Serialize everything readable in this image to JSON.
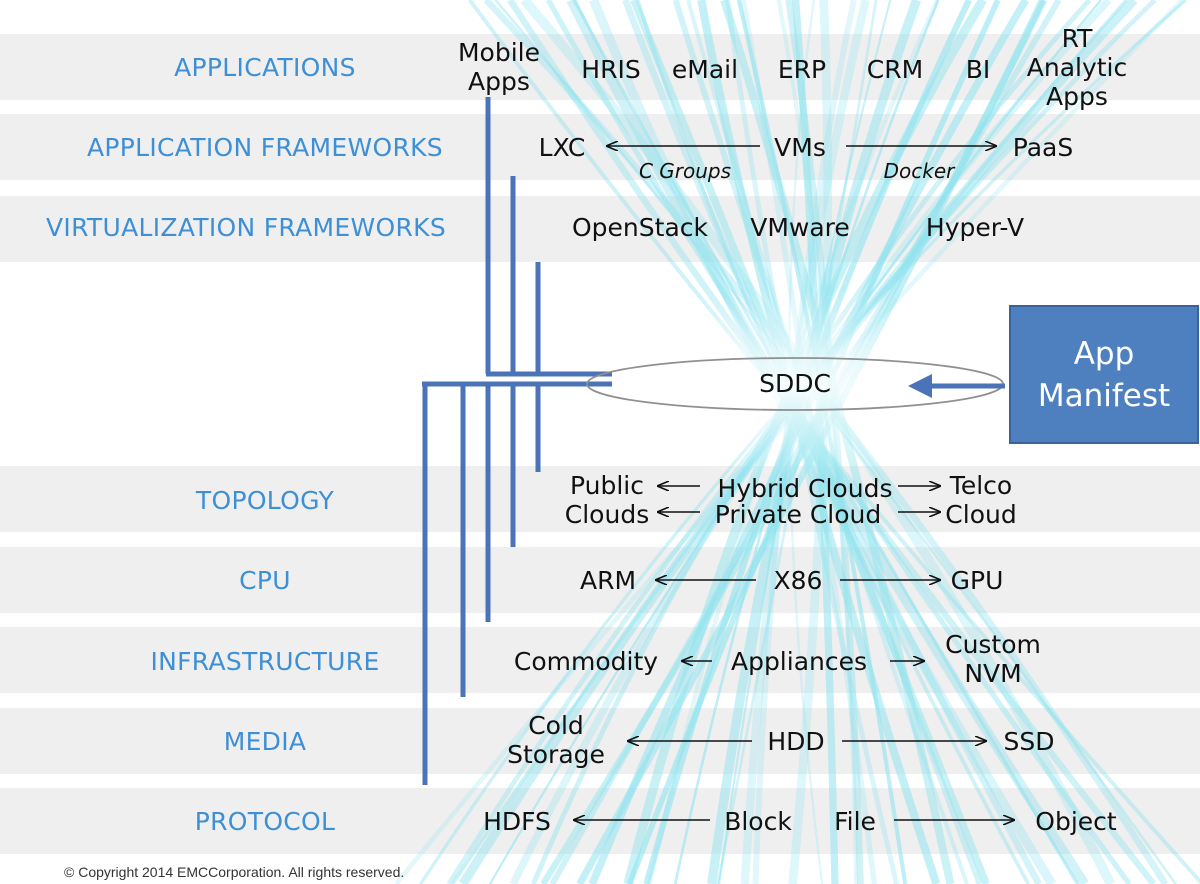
{
  "layers": {
    "applications": "APPLICATIONS",
    "application_frameworks": "APPLICATION FRAMEWORKS",
    "virtualization_frameworks": "VIRTUALIZATION FRAMEWORKS",
    "topology": "TOPOLOGY",
    "cpu": "CPU",
    "infrastructure": "INFRASTRUCTURE",
    "media": "MEDIA",
    "protocol": "PROTOCOL"
  },
  "applications": {
    "mobile_apps_1": "Mobile",
    "mobile_apps_2": "Apps",
    "hris": "HRIS",
    "email": "eMail",
    "erp": "ERP",
    "crm": "CRM",
    "bi": "BI",
    "rt_1": "RT",
    "rt_2": "Analytic",
    "rt_3": "Apps"
  },
  "frameworks": {
    "lxc": "LXC",
    "vms": "VMs",
    "paas": "PaaS",
    "c_groups": "C Groups",
    "docker": "Docker"
  },
  "virtualization": {
    "openstack": "OpenStack",
    "vmware": "VMware",
    "hyperv": "Hyper-V"
  },
  "sddc": "SDDC",
  "manifest": {
    "line1": "App",
    "line2": "Manifest"
  },
  "topology": {
    "public_1": "Public",
    "public_2": "Clouds",
    "hybrid": "Hybrid Clouds",
    "private": "Private Cloud",
    "telco_1": "Telco",
    "telco_2": "Cloud"
  },
  "cpu": {
    "arm": "ARM",
    "x86": "X86",
    "gpu": "GPU"
  },
  "infrastructure": {
    "commodity": "Commodity",
    "appliances": "Appliances",
    "custom_1": "Custom",
    "custom_2": "NVM"
  },
  "media": {
    "cold_1": "Cold",
    "cold_2": "Storage",
    "hdd": "HDD",
    "ssd": "SSD"
  },
  "protocol": {
    "hdfs": "HDFS",
    "block": "Block",
    "file": "File",
    "object": "Object"
  },
  "copyright": "© Copyright 2014 EMCCorporation. All rights reserved.",
  "colors": {
    "band": "#efefef",
    "label": "#3d8fd6",
    "connector": "#4a73b8",
    "manifest_fill": "#4e7fbf",
    "beam": "#8fe3ef"
  }
}
